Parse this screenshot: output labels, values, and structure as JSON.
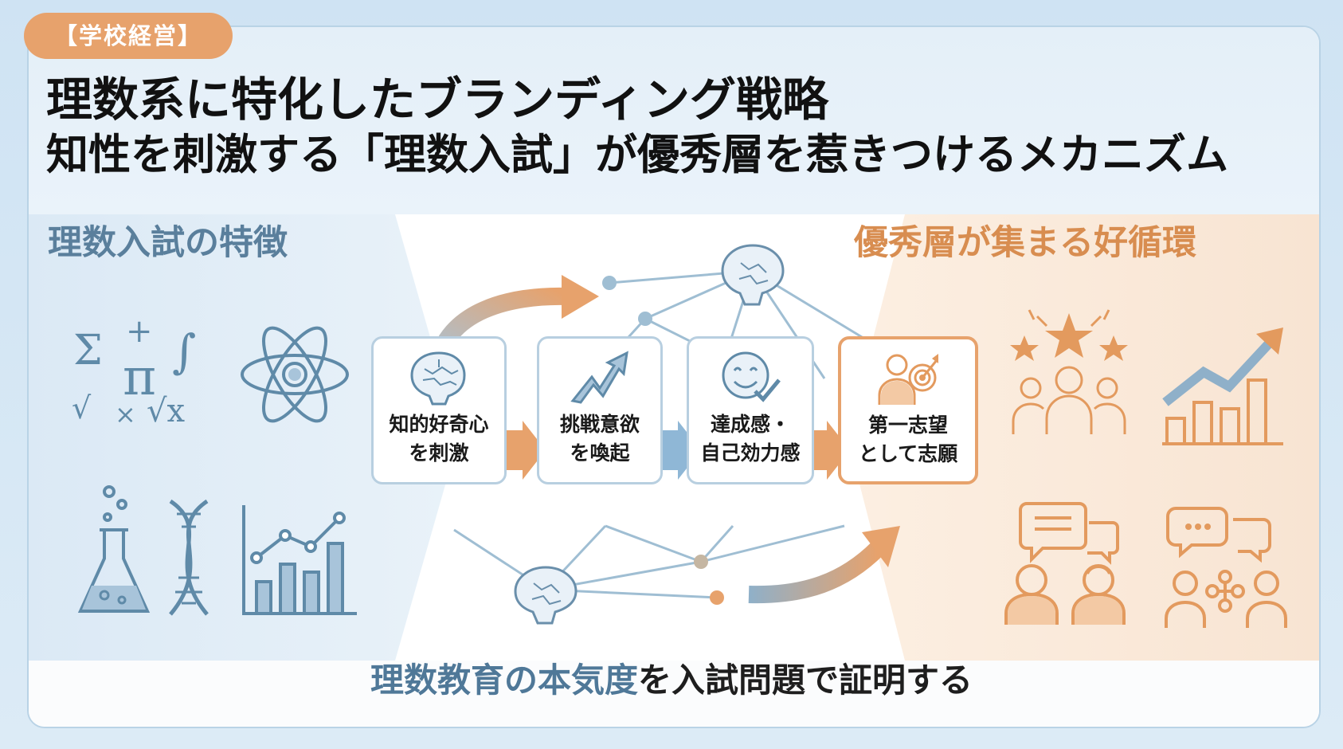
{
  "tag": "【学校経営】",
  "title": {
    "line1": "理数系に特化したブランディング戦略",
    "line2": "知性を刺激する「理数入試」が優秀層を惹きつけるメカニズム"
  },
  "left_heading": "理数入試の特徴",
  "right_heading": "優秀層が集まる好循環",
  "steps": [
    {
      "label": "知的好奇心\nを刺激",
      "icon": "brain-icon"
    },
    {
      "label": "挑戦意欲\nを喚起",
      "icon": "rising-arrow-icon"
    },
    {
      "label": "達成感・\n自己効力感",
      "icon": "smile-check-icon"
    },
    {
      "label": "第一志望\nとして志願",
      "icon": "person-target-icon"
    }
  ],
  "left_icons": [
    "math-symbols-icon",
    "atom-icon",
    "flask-icon",
    "dna-icon",
    "bar-line-chart-icon"
  ],
  "right_icons": [
    "star-group-icon",
    "growth-chart-icon",
    "discussion-icon",
    "collaboration-network-icon"
  ],
  "footer": {
    "emphasis": "理数教育の本気度",
    "rest": "を入試問題で証明する"
  },
  "colors": {
    "accent_orange": "#e7a26c",
    "accent_blue": "#5a7f9c",
    "icon_blue": "#6a8fab",
    "icon_orange": "#e3a06a"
  }
}
